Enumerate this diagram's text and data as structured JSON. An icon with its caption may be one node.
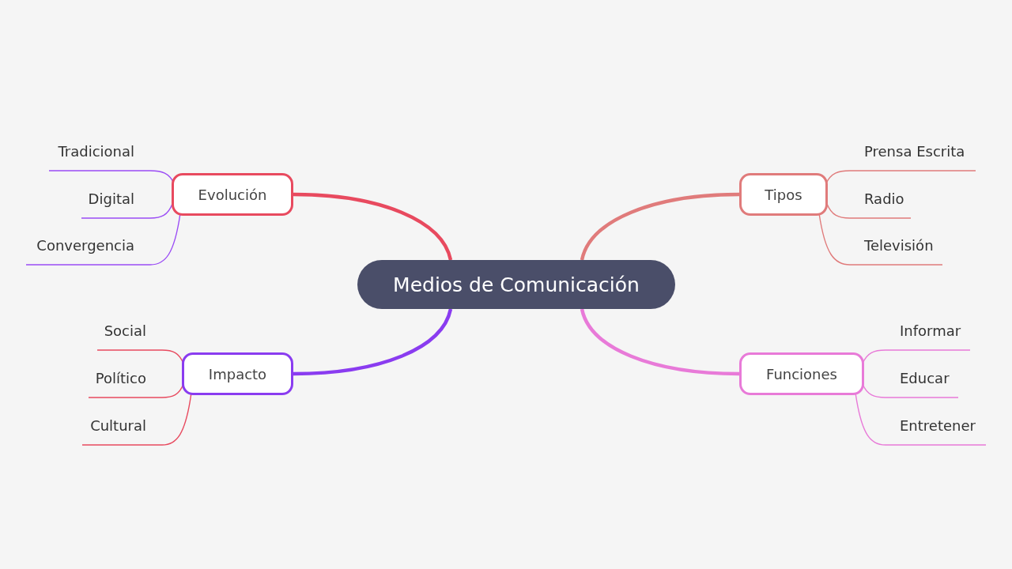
{
  "diagram": {
    "nodes": [
      {
        "text": [
          "Medios de Comunicación"
        ]
      },
      {
        "text": [
          "Evolución"
        ]
      },
      {
        "text": [
          "Tradicional"
        ]
      },
      {
        "text": [
          "Digital"
        ]
      },
      {
        "text": [
          "Convergencia"
        ]
      },
      {
        "text": [
          "Tipos"
        ]
      },
      {
        "text": [
          "Prensa Escrita"
        ]
      },
      {
        "text": [
          "Radio"
        ]
      },
      {
        "text": [
          "Televisión"
        ]
      },
      {
        "text": [
          "Impacto"
        ]
      },
      {
        "text": [
          "Social"
        ]
      },
      {
        "text": [
          "Político"
        ]
      },
      {
        "text": [
          "Cultural"
        ]
      },
      {
        "text": [
          "Funciones"
        ]
      },
      {
        "text": [
          "Informar"
        ]
      },
      {
        "text": [
          "Educar"
        ]
      },
      {
        "text": [
          "Entretener"
        ]
      }
    ],
    "edges": [
      {
        "from": 0,
        "to": 1,
        "arrow": "none",
        "style": "thick",
        "color": "#e84a5f"
      },
      {
        "from": 1,
        "to": 2,
        "arrow": "none",
        "color": "#9b4cf5"
      },
      {
        "from": 1,
        "to": 3,
        "arrow": "none",
        "color": "#9b4cf5"
      },
      {
        "from": 1,
        "to": 4,
        "arrow": "none",
        "color": "#9b4cf5"
      },
      {
        "from": 0,
        "to": 5,
        "arrow": "none",
        "style": "thick",
        "color": "#e07b7b"
      },
      {
        "from": 5,
        "to": 6,
        "arrow": "none",
        "color": "#e07b7b"
      },
      {
        "from": 5,
        "to": 7,
        "arrow": "none",
        "color": "#e07b7b"
      },
      {
        "from": 5,
        "to": 8,
        "arrow": "none",
        "color": "#e07b7b"
      },
      {
        "from": 0,
        "to": 9,
        "arrow": "none",
        "style": "thick",
        "color": "#8a3cf0"
      },
      {
        "from": 9,
        "to": 10,
        "arrow": "none",
        "color": "#e84a5f"
      },
      {
        "from": 9,
        "to": 11,
        "arrow": "none",
        "color": "#e84a5f"
      },
      {
        "from": 9,
        "to": 12,
        "arrow": "none",
        "color": "#e84a5f"
      },
      {
        "from": 0,
        "to": 13,
        "arrow": "none",
        "style": "thick",
        "color": "#e87ad8"
      },
      {
        "from": 13,
        "to": 14,
        "arrow": "none",
        "color": "#e87ad8"
      },
      {
        "from": 13,
        "to": 15,
        "arrow": "none",
        "color": "#e87ad8"
      },
      {
        "from": 13,
        "to": 16,
        "arrow": "none",
        "color": "#e87ad8"
      }
    ]
  }
}
